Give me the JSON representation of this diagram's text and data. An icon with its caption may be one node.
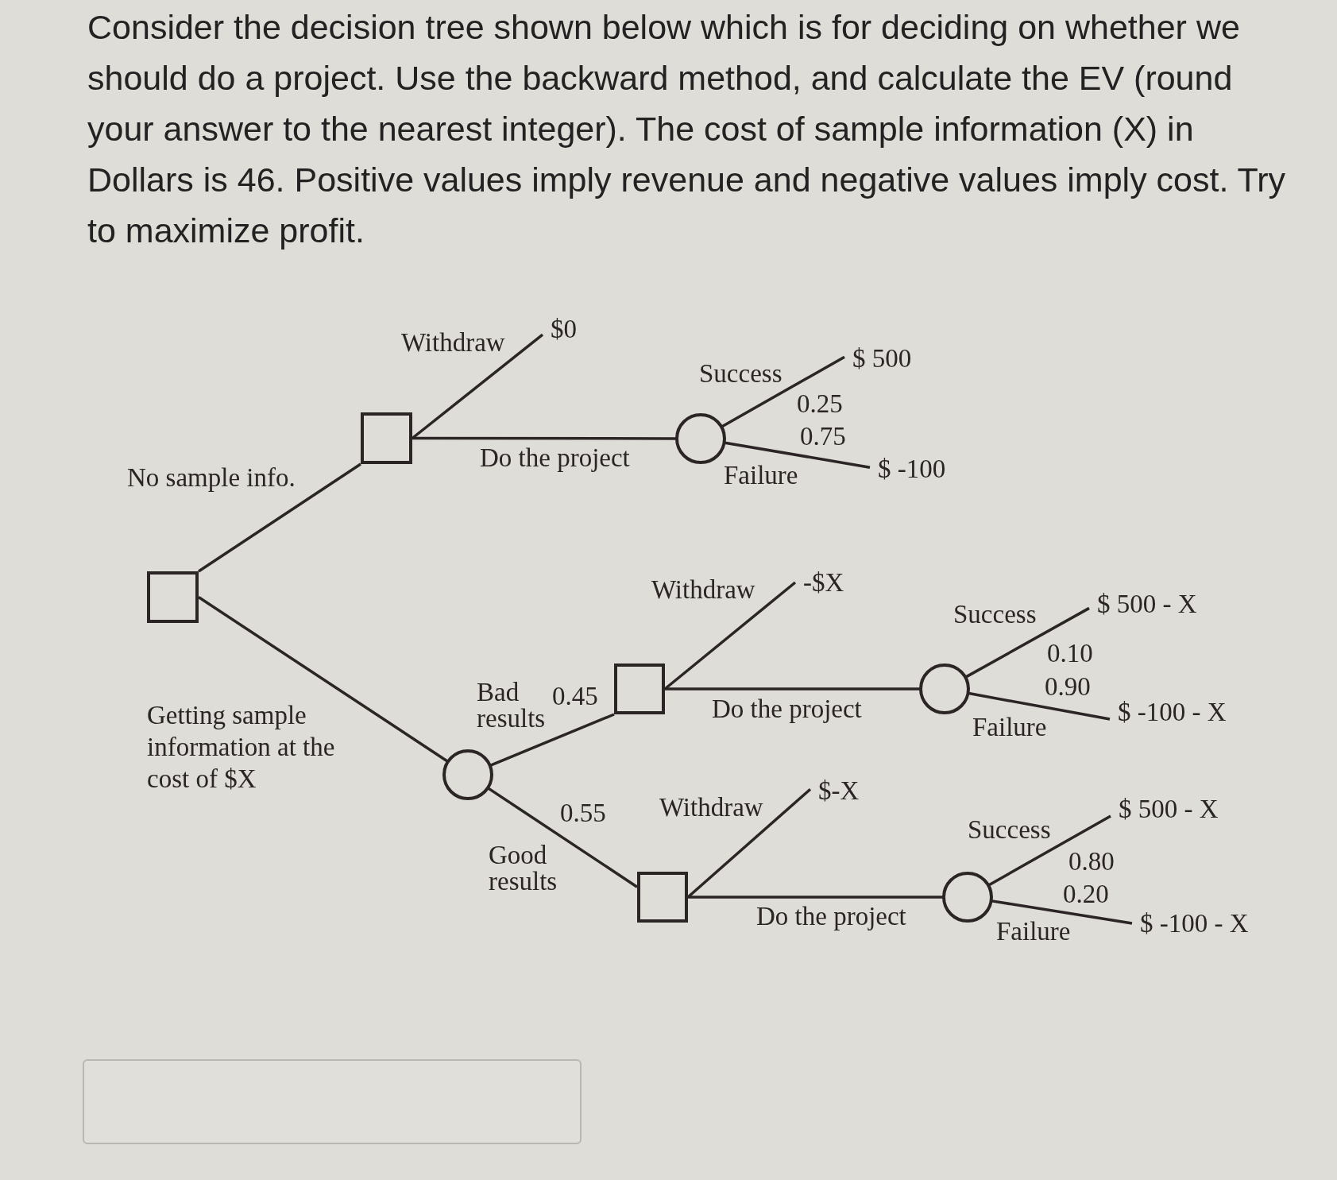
{
  "diagram": {
    "title": "Consider the decision tree shown below which is for deciding on whether we should do a project. Use the backward method, and calculate the EV (round your answer to the nearest integer). The cost of sample information (X) in Dollars is 46. Positive values imply revenue and negative values imply cost. Try to maximize profit.",
    "nodes": [
      {
        "text": [],
        "shape": "box"
      },
      {
        "text": [],
        "shape": "box"
      },
      {
        "text": [
          "$0"
        ]
      },
      {
        "text": [],
        "shape": "circle"
      },
      {
        "text": [
          "$ 500"
        ]
      },
      {
        "text": [
          "$ -100"
        ]
      },
      {
        "text": [],
        "shape": "circle"
      },
      {
        "text": [],
        "shape": "box"
      },
      {
        "text": [
          "-$X"
        ]
      },
      {
        "text": [],
        "shape": "circle"
      },
      {
        "text": [
          "$ 500 - X"
        ]
      },
      {
        "text": [
          "$ -100 - X"
        ]
      },
      {
        "text": [],
        "shape": "box"
      },
      {
        "text": [
          "$-X"
        ]
      },
      {
        "text": [],
        "shape": "circle"
      },
      {
        "text": [
          "$ 500 - X"
        ]
      },
      {
        "text": [
          "$ -100 - X"
        ]
      }
    ],
    "edges": [
      {
        "from": 0,
        "to": 1,
        "arrow": "none",
        "label": "No sample info."
      },
      {
        "from": 1,
        "to": 2,
        "arrow": "none",
        "label": "Withdraw"
      },
      {
        "from": 1,
        "to": 3,
        "arrow": "none",
        "label": "Do the project"
      },
      {
        "from": 3,
        "to": 4,
        "arrow": "none",
        "label": "Success"
      },
      {
        "from": 3,
        "to": 5,
        "arrow": "none",
        "label": "Failure"
      },
      {
        "from": 0,
        "to": 6,
        "arrow": "none",
        "label": "Getting sample information at the cost of $X"
      },
      {
        "from": 6,
        "to": 7,
        "arrow": "none",
        "label": "Bad results"
      },
      {
        "from": 7,
        "to": 8,
        "arrow": "none",
        "label": "Withdraw"
      },
      {
        "from": 7,
        "to": 9,
        "arrow": "none",
        "label": "Do the project"
      },
      {
        "from": 9,
        "to": 10,
        "arrow": "none",
        "label": "Success"
      },
      {
        "from": 9,
        "to": 11,
        "arrow": "none",
        "label": "Failure"
      },
      {
        "from": 6,
        "to": 12,
        "arrow": "none",
        "label": "Good results"
      },
      {
        "from": 12,
        "to": 13,
        "arrow": "none",
        "label": "Withdraw"
      },
      {
        "from": 12,
        "to": 14,
        "arrow": "none",
        "label": "Do the project"
      },
      {
        "from": 14,
        "to": 15,
        "arrow": "none",
        "label": "Success"
      },
      {
        "from": 14,
        "to": 16,
        "arrow": "none",
        "label": "Failure"
      }
    ],
    "labels": [
      "0.25",
      "0.75",
      "0.10",
      "0.90",
      "0.45",
      "0.55",
      "0.80",
      "0.20"
    ]
  }
}
